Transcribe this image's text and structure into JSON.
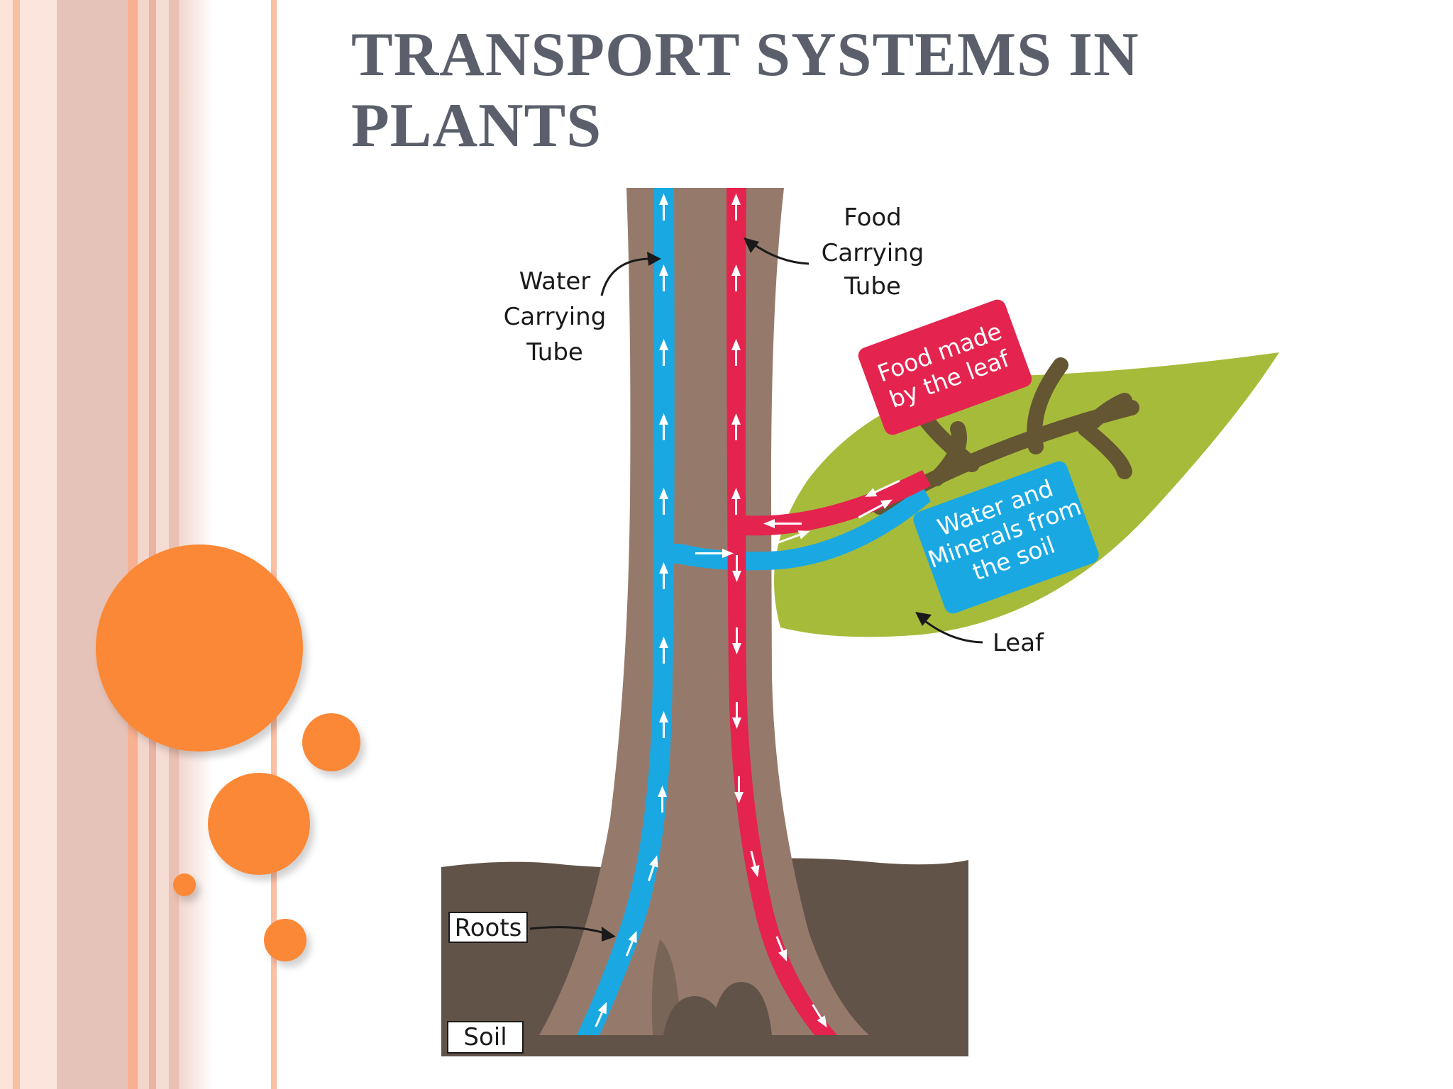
{
  "slide": {
    "title": "TRANSPORT SYSTEMS IN PLANTS"
  },
  "diagram": {
    "water_tube_label": [
      "Water",
      "Carrying",
      "Tube"
    ],
    "food_tube_label": [
      "Food",
      "Carrying",
      "Tube"
    ],
    "food_box_label": [
      "Food made",
      "by the leaf"
    ],
    "water_box_label": [
      "Water and",
      "Minerals from",
      "the soil"
    ],
    "leaf_label": "Leaf",
    "roots_label": "Roots",
    "soil_label": "Soil"
  },
  "colors": {
    "accent_orange": "#fb8836",
    "water_blue": "#1aa8e2",
    "food_red": "#e4234f",
    "trunk_brown": "#957a6c",
    "soil_brown": "#625349",
    "leaf_green": "#a7bb3b",
    "title_gray": "#5a5f6b"
  }
}
